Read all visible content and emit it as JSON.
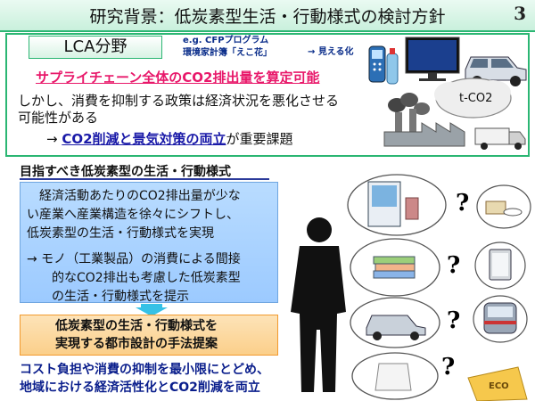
{
  "title": "研究背景：低炭素型生活・行動様式の検討方針",
  "page_number": "3",
  "lca_panel": {
    "tag": "LCA分野",
    "eg_line1": "e.g. CFPプログラム",
    "eg_line2": "環境家計簿「えこ花」",
    "arrow_label": "→ 見える化",
    "red_statement": "サプライチェーン全体のCO2排出量を算定可能",
    "body_line1": "しかし、消費を抑制する政策は経済状況を悪化させる",
    "body_line2": "可能性がある",
    "conclusion_prefix": "→ ",
    "conclusion_blue": "CO2削減と景気対策の両立",
    "conclusion_suffix": "が重要課題",
    "tco2_label": "t-CO2"
  },
  "section2": {
    "heading": "目指すべき低炭素型の生活・行動様式",
    "para1_line1": "経済活動あたりのCO2排出量が少な",
    "para1_line2": "い産業へ産業構造を徐々にシフトし、",
    "para1_line3": "低炭素型の生活・行動様式を実現",
    "para2_line1": "→  モノ（工業製品）の消費による間接",
    "para2_line2": "的なCO2排出も考慮した低炭素型",
    "para2_line3": "の生活・行動様式を提示",
    "proposal_line1": "低炭素型の生活・行動様式を",
    "proposal_line2": "実現する都市設計の手法提案",
    "footer_line1": "コスト負担や消費の抑制を最小限にとどめ、",
    "footer_line2": "地域における経済活性化とCO2削減を両立"
  },
  "question_mark": "?",
  "eco_bag_text": "ECO",
  "colors": {
    "accent_green": "#2bb673",
    "highlight_red": "#e8186a",
    "blue_box": "#9ccaff",
    "orange_box": "#fbcf8a",
    "footer_blue": "#0a1e8c"
  }
}
